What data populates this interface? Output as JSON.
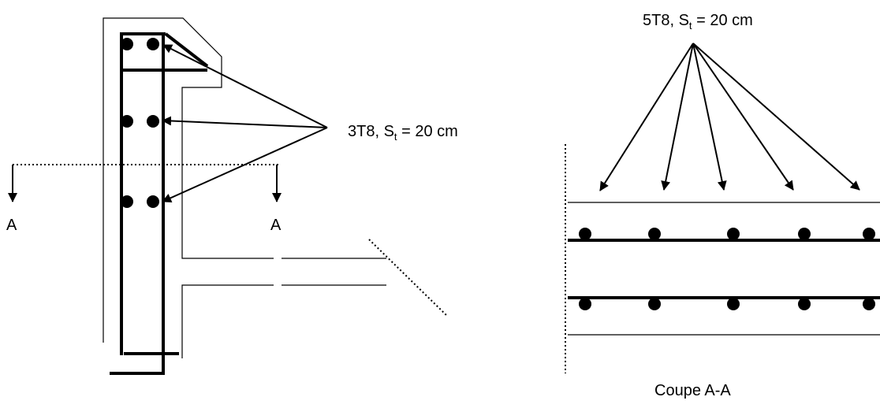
{
  "labels": {
    "left_callout": {
      "bar": "3T8, S",
      "sub": "t",
      "rest": " = 20 cm"
    },
    "right_callout": {
      "bar": "5T8, S",
      "sub": "t",
      "rest": " = 20 cm"
    },
    "section_left": "A",
    "section_right": "A",
    "section_title": "Coupe A-A"
  }
}
